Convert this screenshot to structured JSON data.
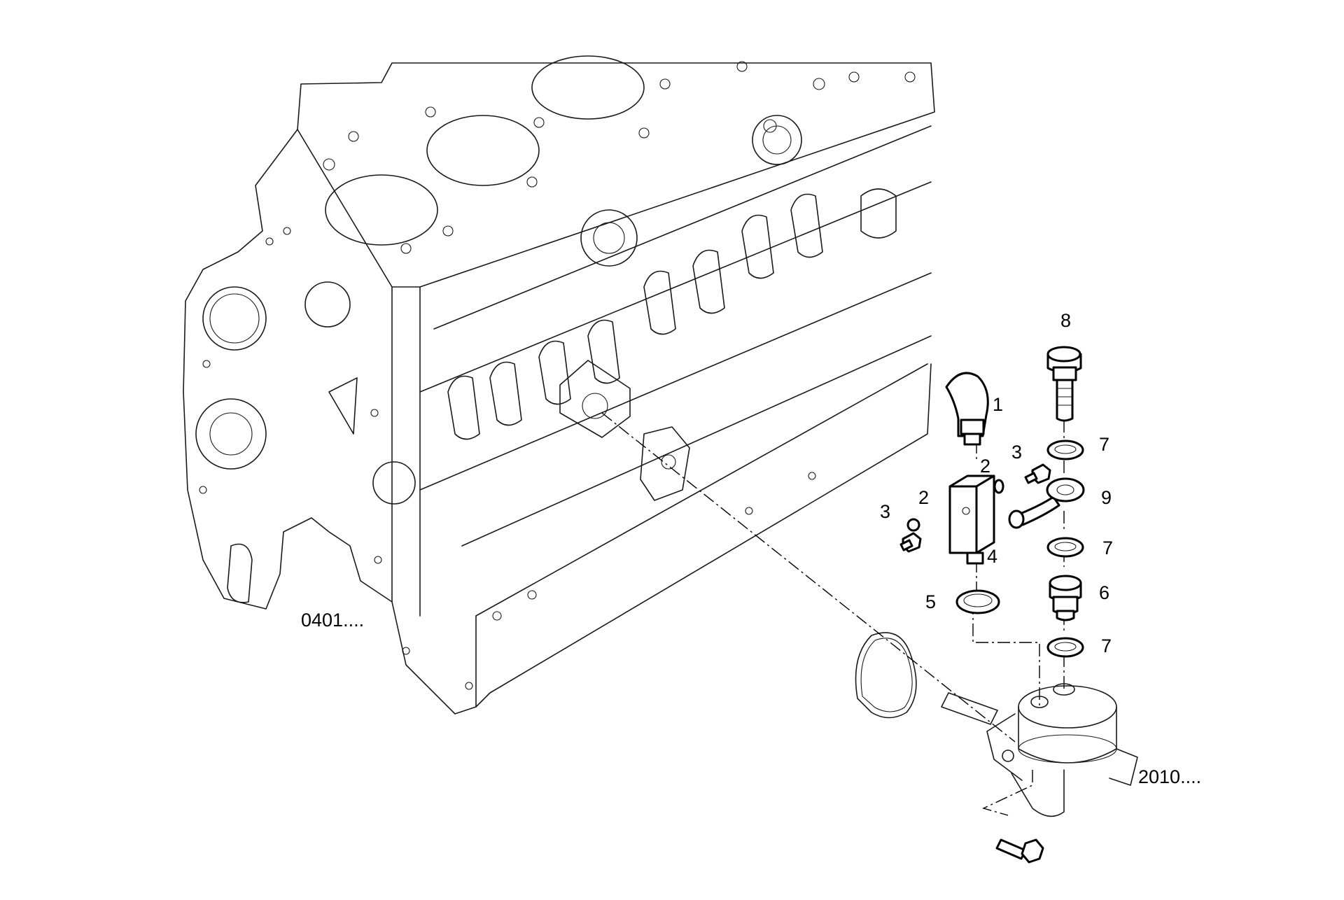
{
  "callouts": {
    "c1": "1",
    "c2a": "2",
    "c2b": "2",
    "c3a": "3",
    "c3b": "3",
    "c4": "4",
    "c5": "5",
    "c6": "6",
    "c7a": "7",
    "c7b": "7",
    "c7c": "7",
    "c8": "8",
    "c9": "9"
  },
  "references": {
    "engine_block": "0401....",
    "feed_pump": "2010...."
  }
}
